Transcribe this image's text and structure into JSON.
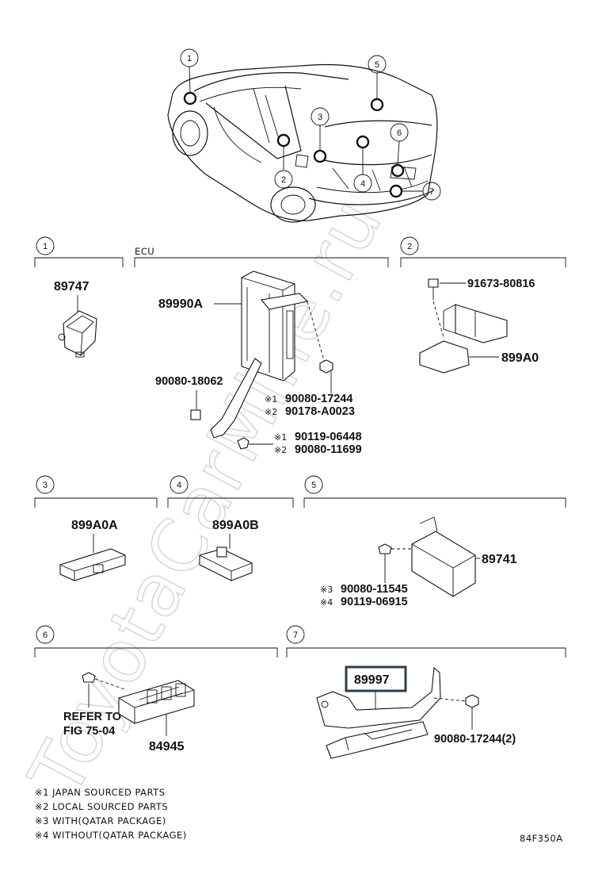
{
  "watermark": "ToyotaCarMine.ru",
  "figure_code": "84F350A",
  "callouts": [
    "1",
    "2",
    "3",
    "4",
    "5",
    "6",
    "7"
  ],
  "sections": {
    "s1": {
      "num": "1",
      "parts": [
        "89747"
      ]
    },
    "s_ecu": {
      "label": "ECU",
      "parts": [
        "89990A",
        "90080-18062",
        "90080-17244",
        "90178-A0023",
        "90119-06448",
        "90080-11699"
      ],
      "marks": [
        "※1",
        "※2",
        "※1",
        "※2"
      ]
    },
    "s2": {
      "num": "2",
      "parts": [
        "91673-80816",
        "899A0"
      ]
    },
    "s3": {
      "num": "3",
      "parts": [
        "899A0A"
      ]
    },
    "s4": {
      "num": "4",
      "parts": [
        "899A0B"
      ]
    },
    "s5": {
      "num": "5",
      "parts": [
        "89741",
        "90080-11545",
        "90119-06915"
      ],
      "marks": [
        "※3",
        "※4"
      ]
    },
    "s6": {
      "num": "6",
      "parts": [
        "84945"
      ],
      "refer_line1": "REFER TO",
      "refer_line2": "FIG 75-04"
    },
    "s7": {
      "num": "7",
      "parts": [
        "89997",
        "90080-17244(2)"
      ]
    }
  },
  "footnotes": [
    "※1 JAPAN SOURCED PARTS",
    "※2 LOCAL SOURCED PARTS",
    "※3 WITH(QATAR PACKAGE)",
    "※4 WITHOUT(QATAR PACKAGE)"
  ]
}
